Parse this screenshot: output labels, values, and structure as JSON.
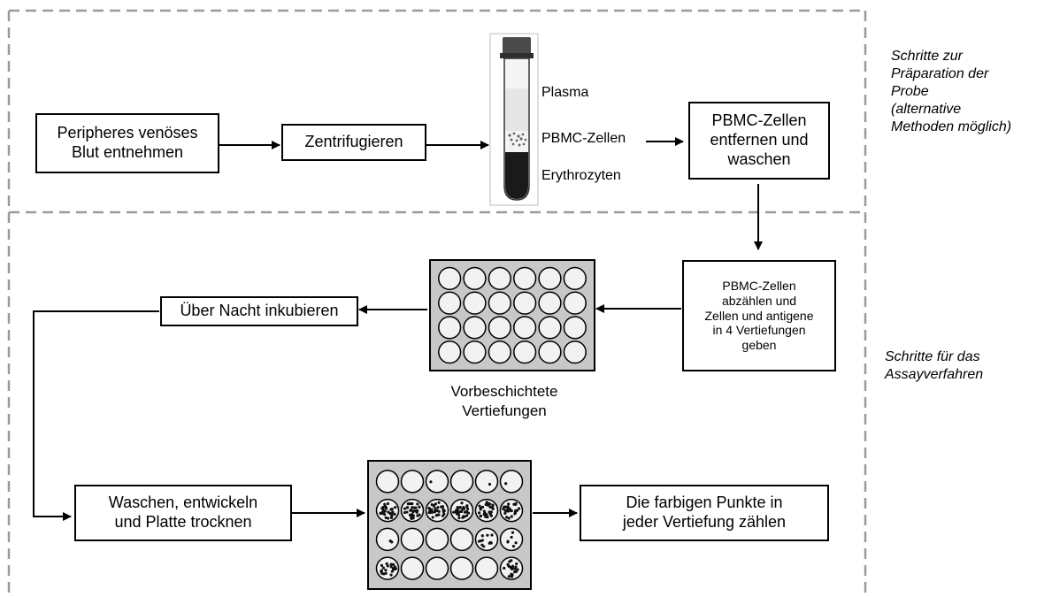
{
  "side_labels": {
    "preparation": "Schritte zur\nPräparation der\nProbe\n(alternative\nMethoden möglich)",
    "assay": "Schritte für das\nAssayverfahren"
  },
  "steps": {
    "draw_blood": "Peripheres venöses\nBlut entnehmen",
    "centrifuge": "Zentrifugieren",
    "remove_wash": "PBMC-Zellen\nentfernen und\nwaschen",
    "count_cells": "PBMC-Zellen\nabzählen und\nZellen und antigene\nin 4 Vertiefungen\ngeben",
    "incubate": "Über Nacht inkubieren",
    "wash_develop": "Waschen, entwickeln\nund Platte trocknen",
    "count_spots": "Die farbigen Punkte in\njeder Vertiefung zählen"
  },
  "tube_layers": {
    "plasma": "Plasma",
    "pbmc": "PBMC-Zellen",
    "erythrocytes": "Erythrozyten"
  },
  "plate_caption": "Vorbeschichtete\nVertiefungen",
  "colors": {
    "border_dash": "#9a9a9a",
    "plate_fill": "#c8c8c8",
    "well_fill": "#f2f2f2",
    "tube_cap": "#4a4a4a",
    "erythrocyte": "#1a1a1a"
  }
}
